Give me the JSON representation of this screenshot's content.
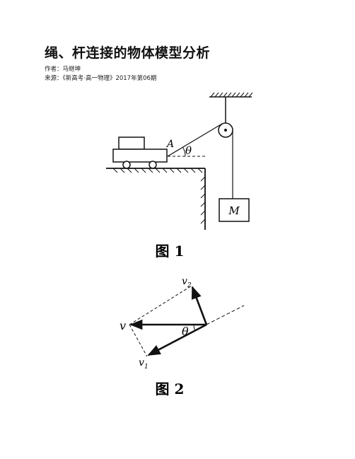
{
  "article": {
    "title": "绳、杆连接的物体模型分析",
    "author": "作者：马继坤",
    "source": "来源：《新高考·高一物理》2017年第06期"
  },
  "figure1": {
    "caption": "图 1",
    "label_A": "A",
    "label_theta": "θ",
    "label_M": "M"
  },
  "figure2": {
    "caption": "图 2",
    "label_v": "v",
    "label_v1": "v",
    "label_v1_sub": "1",
    "label_v2": "v",
    "label_v2_sub": "2",
    "label_theta": "θ"
  }
}
